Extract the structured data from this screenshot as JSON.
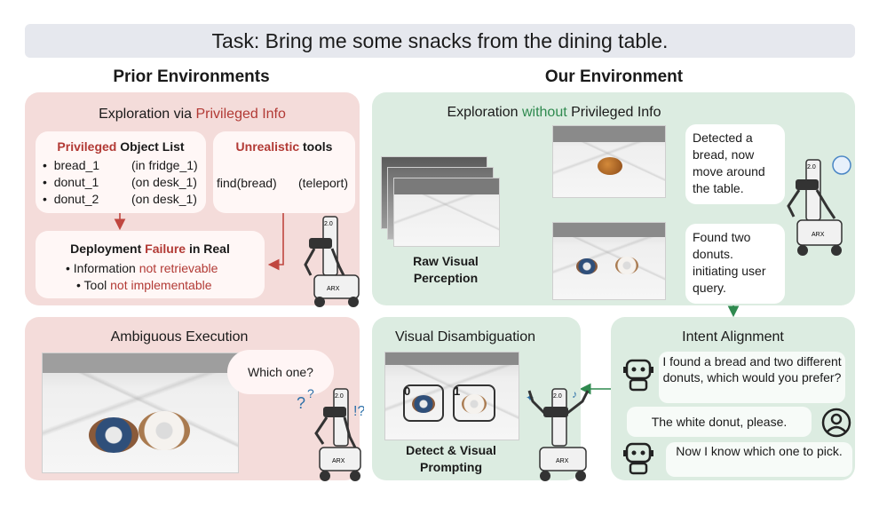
{
  "task": "Task: Bring me some snacks from the dining table.",
  "prior": {
    "title": "Prior Environments",
    "exploration_prefix": "Exploration via ",
    "exploration_highlight": "Privileged Info",
    "object_list": {
      "title_highlight": "Privileged",
      "title_rest": " Object List",
      "items": [
        {
          "name": "bread_1",
          "loc": "(in fridge_1)"
        },
        {
          "name": "donut_1",
          "loc": "(on desk_1)"
        },
        {
          "name": "donut_2",
          "loc": "(on desk_1)"
        }
      ]
    },
    "tools": {
      "title_highlight": "Unrealistic",
      "title_rest": " tools",
      "tool1": "find(bread)",
      "tool2": "(teleport)"
    },
    "failure": {
      "title_prefix": "Deployment ",
      "title_highlight": "Failure",
      "title_suffix": " in Real",
      "line1_prefix": "Information ",
      "line1_highlight": "not retrievable",
      "line2_prefix": "Tool ",
      "line2_highlight": "not implementable"
    },
    "ambiguous": {
      "title": "Ambiguous Execution",
      "thought": "Which one?"
    }
  },
  "ours": {
    "title": "Our Environment",
    "exploration_prefix": "Exploration ",
    "exploration_highlight": "without",
    "exploration_suffix": " Privileged Info",
    "raw_label": "Raw Visual Perception",
    "bubble1": "Detected a bread, now move around the table.",
    "bubble2": "Found two donuts. initiating user query.",
    "disamb": {
      "title": "Visual Disambiguation",
      "label0": "0",
      "label1": "1",
      "caption": "Detect & Visual Prompting"
    },
    "intent": {
      "title": "Intent Alignment",
      "msg1": "I found a bread and two different donuts, which would you prefer?",
      "msg2": "The white donut, please.",
      "msg3": "Now I know which one to pick."
    }
  },
  "robot_badge": "2.0",
  "robot_brand": "ARX",
  "colors": {
    "pink_panel": "#f4dcda",
    "green_panel": "#dcece1",
    "red_text": "#b23a35",
    "green_text": "#2f8a4f",
    "task_bar": "#e6e8ee"
  }
}
